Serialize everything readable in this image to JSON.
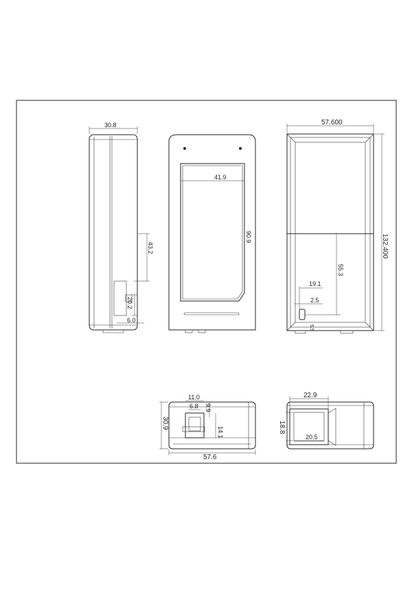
{
  "drawing": {
    "dimensions": {
      "side_width": "30.8",
      "side_height": "43.2",
      "side_slot_height": "20.2",
      "side_slot_offset": "6.0",
      "front_window_width": "41.9",
      "front_window_height": "90.9",
      "back_width": "57.600",
      "back_height": "132.400",
      "back_port_height": "55.3",
      "back_port_x": "19.1",
      "back_port_w": "2.5",
      "back_port_gap": "5.5",
      "bottom_slot_width": "11.0",
      "bottom_slot_inner": "6.8",
      "bottom_slot_depth": "9.9",
      "bottom_slot_depth2": "14.1",
      "bottom_depth": "30.9",
      "bottom_width": "57.6",
      "end_top_width": "22.9",
      "end_height": "18.8",
      "end_inner_width": "20.5"
    }
  }
}
